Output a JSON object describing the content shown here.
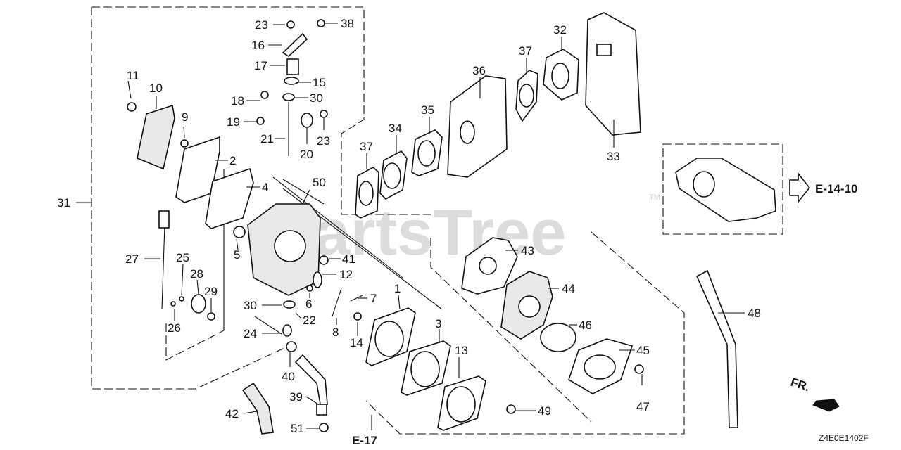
{
  "watermark": "PartsTree",
  "trademark": "TM",
  "diagram_code": "Z4E0E1402F",
  "direction_label": "FR.",
  "refs": {
    "e_14_10": "E-14-10",
    "e_17": "E-17"
  },
  "callouts": [
    {
      "id": "p1",
      "label": "1"
    },
    {
      "id": "p2",
      "label": "2"
    },
    {
      "id": "p3",
      "label": "3"
    },
    {
      "id": "p4",
      "label": "4"
    },
    {
      "id": "p5",
      "label": "5"
    },
    {
      "id": "p6",
      "label": "6"
    },
    {
      "id": "p7",
      "label": "7"
    },
    {
      "id": "p8",
      "label": "8"
    },
    {
      "id": "p9",
      "label": "9"
    },
    {
      "id": "p10",
      "label": "10"
    },
    {
      "id": "p11",
      "label": "11"
    },
    {
      "id": "p12",
      "label": "12"
    },
    {
      "id": "p13",
      "label": "13"
    },
    {
      "id": "p14",
      "label": "14"
    },
    {
      "id": "p15",
      "label": "15"
    },
    {
      "id": "p16",
      "label": "16"
    },
    {
      "id": "p17",
      "label": "17"
    },
    {
      "id": "p18",
      "label": "18"
    },
    {
      "id": "p19",
      "label": "19"
    },
    {
      "id": "p20",
      "label": "20"
    },
    {
      "id": "p21",
      "label": "21"
    },
    {
      "id": "p22",
      "label": "22"
    },
    {
      "id": "p23a",
      "label": "23"
    },
    {
      "id": "p23b",
      "label": "23"
    },
    {
      "id": "p24",
      "label": "24"
    },
    {
      "id": "p25",
      "label": "25"
    },
    {
      "id": "p26",
      "label": "26"
    },
    {
      "id": "p27",
      "label": "27"
    },
    {
      "id": "p28",
      "label": "28"
    },
    {
      "id": "p29",
      "label": "29"
    },
    {
      "id": "p30a",
      "label": "30"
    },
    {
      "id": "p30b",
      "label": "30"
    },
    {
      "id": "p31",
      "label": "31"
    },
    {
      "id": "p32",
      "label": "32"
    },
    {
      "id": "p33",
      "label": "33"
    },
    {
      "id": "p34",
      "label": "34"
    },
    {
      "id": "p35",
      "label": "35"
    },
    {
      "id": "p36",
      "label": "36"
    },
    {
      "id": "p37a",
      "label": "37"
    },
    {
      "id": "p37b",
      "label": "37"
    },
    {
      "id": "p38",
      "label": "38"
    },
    {
      "id": "p39",
      "label": "39"
    },
    {
      "id": "p40",
      "label": "40"
    },
    {
      "id": "p41",
      "label": "41"
    },
    {
      "id": "p42",
      "label": "42"
    },
    {
      "id": "p43",
      "label": "43"
    },
    {
      "id": "p44",
      "label": "44"
    },
    {
      "id": "p45",
      "label": "45"
    },
    {
      "id": "p46",
      "label": "46"
    },
    {
      "id": "p47",
      "label": "47"
    },
    {
      "id": "p48",
      "label": "48"
    },
    {
      "id": "p49",
      "label": "49"
    },
    {
      "id": "p50",
      "label": "50"
    },
    {
      "id": "p51",
      "label": "51"
    }
  ]
}
